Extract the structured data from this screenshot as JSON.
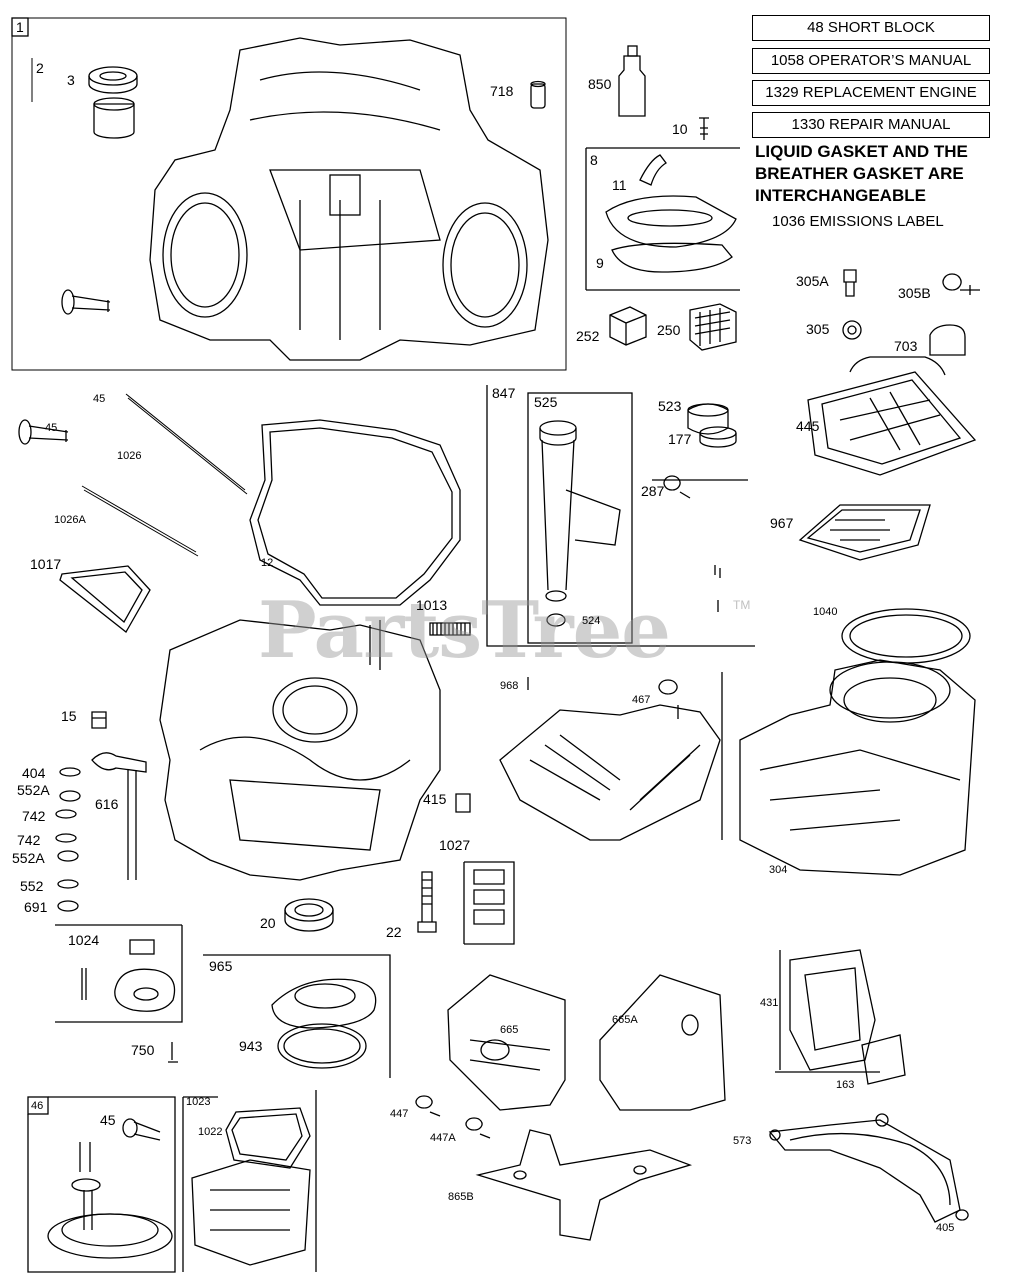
{
  "header_boxes": [
    {
      "id": "box-48",
      "text": "48 SHORT BLOCK"
    },
    {
      "id": "box-1058",
      "text": "1058 OPERATOR’S MANUAL"
    },
    {
      "id": "box-1329",
      "text": "1329 REPLACEMENT ENGINE"
    },
    {
      "id": "box-1330",
      "text": "1330 REPAIR MANUAL"
    }
  ],
  "note_line1": "LIQUID GASKET AND THE",
  "note_line2": "BREATHER GASKET ARE",
  "note_line3": "INTERCHANGEABLE",
  "emissions_label": "1036 EMISSIONS LABEL",
  "watermark": "PartsTree",
  "trademark": "TM",
  "parts": {
    "p1": "1",
    "p2": "2",
    "p3": "3",
    "p718": "718",
    "p850": "850",
    "p10": "10",
    "p8": "8",
    "p11": "11",
    "p9": "9",
    "p252": "252",
    "p250": "250",
    "p305A": "305A",
    "p305B": "305B",
    "p305": "305",
    "p703": "703",
    "p45a": "45",
    "p1026": "1026",
    "p45b": "45",
    "p1026A": "1026A",
    "p12": "12",
    "p847": "847",
    "p525": "525",
    "p523": "523",
    "p177": "177",
    "p287": "287",
    "p445": "445",
    "p967": "967",
    "p1017": "1017",
    "p1013": "1013",
    "p524": "524",
    "p1040": "1040",
    "p968": "968",
    "p467": "467",
    "p15": "15",
    "p404": "404",
    "p552A1": "552A",
    "p742a": "742",
    "p616": "616",
    "p742b": "742",
    "p552A2": "552A",
    "p552": "552",
    "p691": "691",
    "p415": "415",
    "p1027": "1027",
    "p304": "304",
    "p20": "20",
    "p22": "22",
    "p1024": "1024",
    "p965": "965",
    "p943": "943",
    "p665": "665",
    "p665A": "665A",
    "p431": "431",
    "p163": "163",
    "p750": "750",
    "p46": "46",
    "p45c": "45",
    "p1023": "1023",
    "p1022": "1022",
    "p447": "447",
    "p447A": "447A",
    "p865B": "865B",
    "p573": "573",
    "p405": "405"
  }
}
